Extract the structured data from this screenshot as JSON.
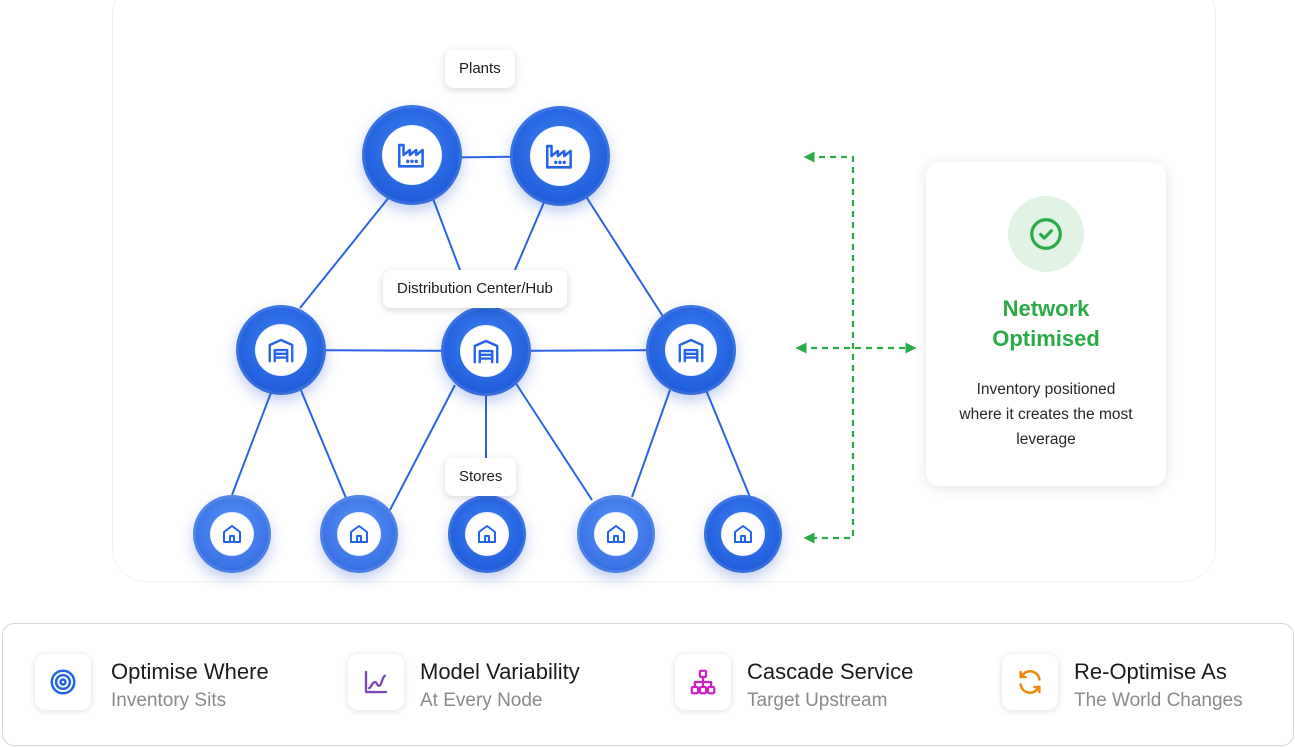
{
  "diagram": {
    "labels": {
      "plants": "Plants",
      "hub": "Distribution Center/Hub",
      "stores": "Stores"
    },
    "node_icons": {
      "plant": "factory-icon",
      "hub": "warehouse-icon",
      "store": "store-icon"
    }
  },
  "status_card": {
    "title": "Network Optimised",
    "description": "Inventory positioned where it creates the most leverage",
    "icon": "check-circle-icon",
    "accent_color": "#2bab47"
  },
  "features": [
    {
      "title": "Optimise Where",
      "subtitle": "Inventory Sits",
      "icon": "target-icon",
      "color": "#2563eb"
    },
    {
      "title": "Model Variability",
      "subtitle": "At Every Node",
      "icon": "line-chart-icon",
      "color": "#7b4ab5"
    },
    {
      "title": "Cascade Service",
      "subtitle": "Target Upstream",
      "icon": "hierarchy-icon",
      "color": "#cc1fc6"
    },
    {
      "title": "Re-Optimise As",
      "subtitle": "The World Changes",
      "icon": "refresh-icon",
      "color": "#f0870e"
    }
  ],
  "colors": {
    "node_blue": "#2563eb",
    "connector_green": "#2bab47",
    "edge_blue": "#2a63e4"
  }
}
